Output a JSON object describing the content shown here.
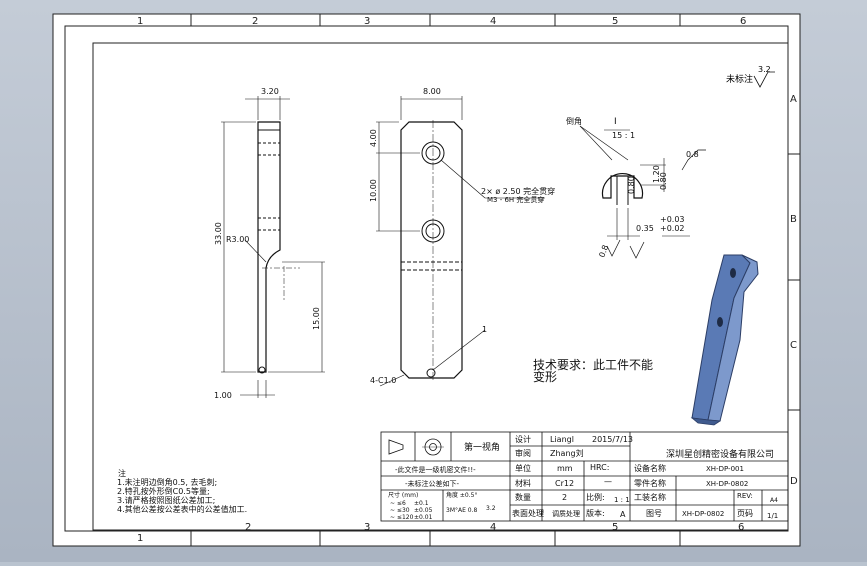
{
  "border": {
    "columns_top": [
      "1",
      "2",
      "3",
      "4",
      "5",
      "6"
    ],
    "columns_bottom": [
      "1",
      "2",
      "3",
      "4",
      "5",
      "6"
    ],
    "rows": [
      "A",
      "B",
      "C",
      "D"
    ]
  },
  "surface_note": {
    "label": "未标注",
    "roughness": "3.2"
  },
  "side_view": {
    "width_dim": "3.20",
    "height_dim": "33.00",
    "radius_dim": "R3.00",
    "bottom_dim": "1.00"
  },
  "front_view": {
    "width_dim": "8.00",
    "dim_4": "4.00",
    "dim_10": "10.00",
    "dim_15": "15.00",
    "hole_callout_1": "2×  ø 2.50 完全贯穿",
    "hole_callout_2": "M3 - 6H 完全贯穿",
    "chamfer": "4-C1.0",
    "balloon": "1"
  },
  "detail_view": {
    "label": "I",
    "scale": "15 : 1",
    "angle_label": "倒角",
    "roughness_top": "0.8",
    "roughness_bottom": "0.8",
    "dim_120": "1.20",
    "dim_080": "0.80",
    "dim_035": "0.35",
    "tol_upper": "+0.03",
    "tol_lower": "+0.02"
  },
  "tech_requirement": {
    "line1": "技术要求：此工件不能",
    "line2": "变形"
  },
  "notes": {
    "title": "注",
    "items": [
      "1.未注明边倒角0.5, 去毛刺;",
      "2.特孔按外形倒C0.5等量;",
      "3.请严格按照图纸公差加工;",
      "4.其他公差按公差表中的公差值加工."
    ]
  },
  "title_block": {
    "projection": "第一视角",
    "design_label": "设计",
    "design_name": "Liangl",
    "design_date": "2015/7/13",
    "review_label": "审阅",
    "review_name": "Zhang刘",
    "unit_label": "单位",
    "unit_value": "mm",
    "material_label": "材料",
    "material_value": "Cr12",
    "qty_label": "数量",
    "qty_value": "2",
    "surface_label": "表面处理",
    "surface_value": "调质处理",
    "hrc_label": "HRC:",
    "hrc_value": "—",
    "ratio_label": "比例:",
    "ratio_value": "1 : 1",
    "version_label": "版本:",
    "version_value": "A",
    "company": "深圳星创精密设备有限公司",
    "device_label": "设备名称",
    "device_value": "XH-DP-001",
    "part_label": "零件名称",
    "part_value": "XH-DP-0802",
    "process_label": "工装名称",
    "drawno_label": "图号",
    "drawno_value": "XH-DP-0802",
    "rev_label": "REV:",
    "rev_value": "A4",
    "page_label": "页码",
    "page_value": "1/1",
    "warning": "-此文件是一级机密文件!!-",
    "tolerance_title": "-未标注公差如下-",
    "tol_size_header": "尺寸 (mm)",
    "tol_angle_header": "角度 ±0.5°",
    "tol_rows": [
      {
        "range": "~ ≤6",
        "value": "±0.1"
      },
      {
        "range": "~ ≤30",
        "value": "±0.05"
      },
      {
        "range": "~ ≤120",
        "value": "±0.01"
      }
    ],
    "tol_finish": "3M°AE 0.8",
    "tol_finish2": "3.2"
  }
}
